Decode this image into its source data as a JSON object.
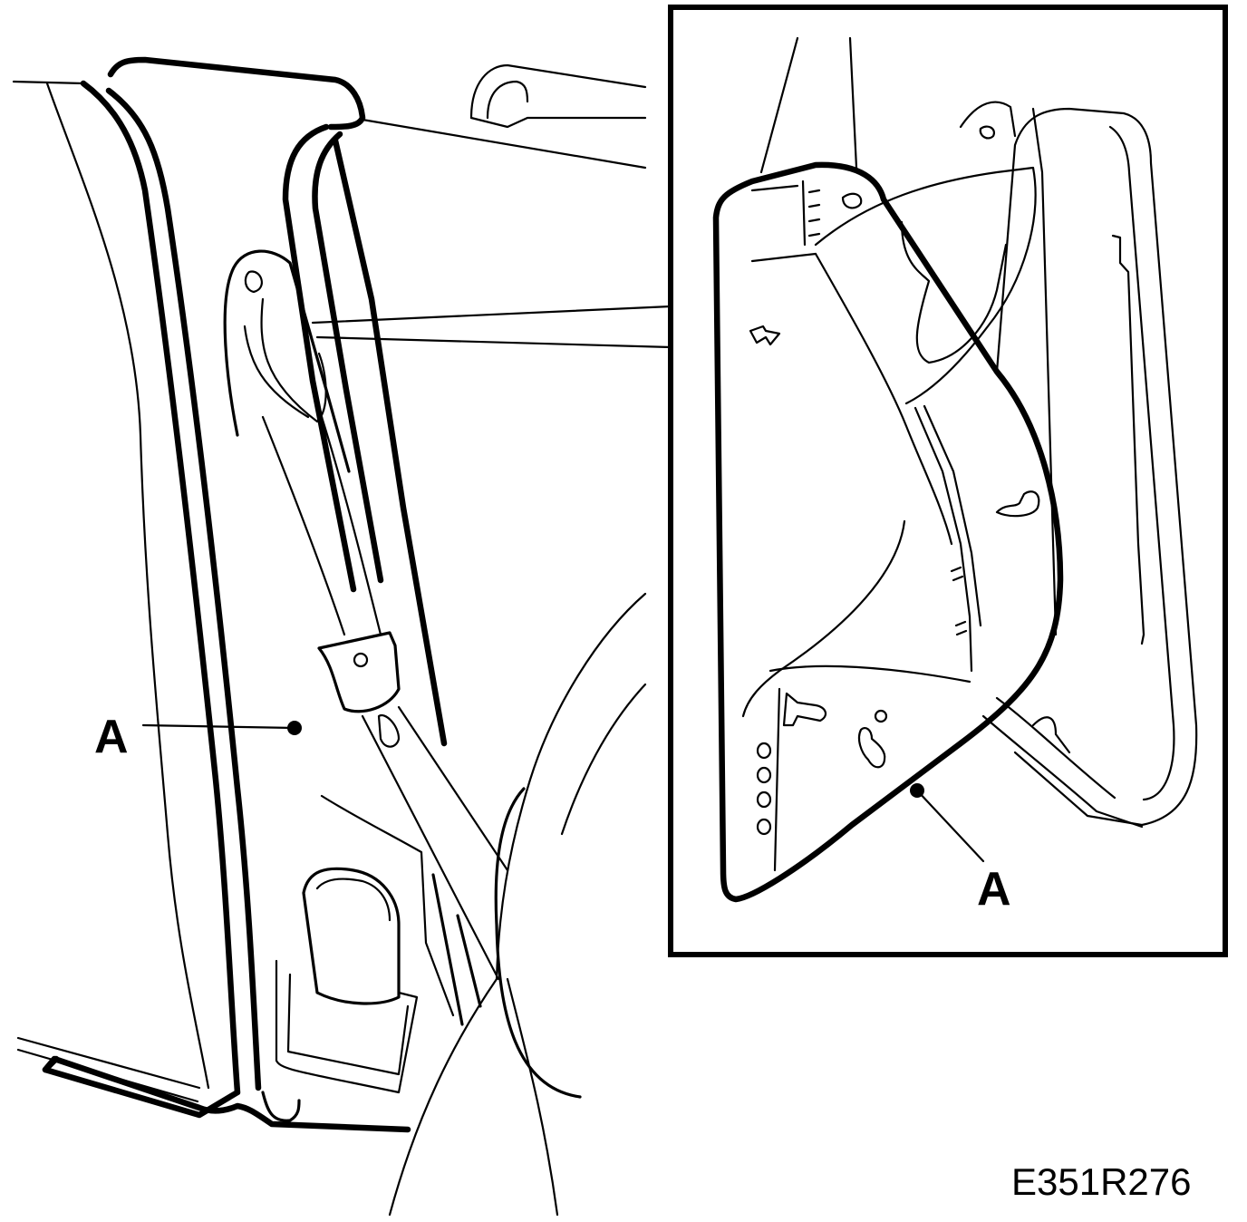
{
  "figure_code": "E351R276",
  "callouts": [
    {
      "id": "main",
      "label": "A"
    },
    {
      "id": "inset",
      "label": "A"
    }
  ]
}
